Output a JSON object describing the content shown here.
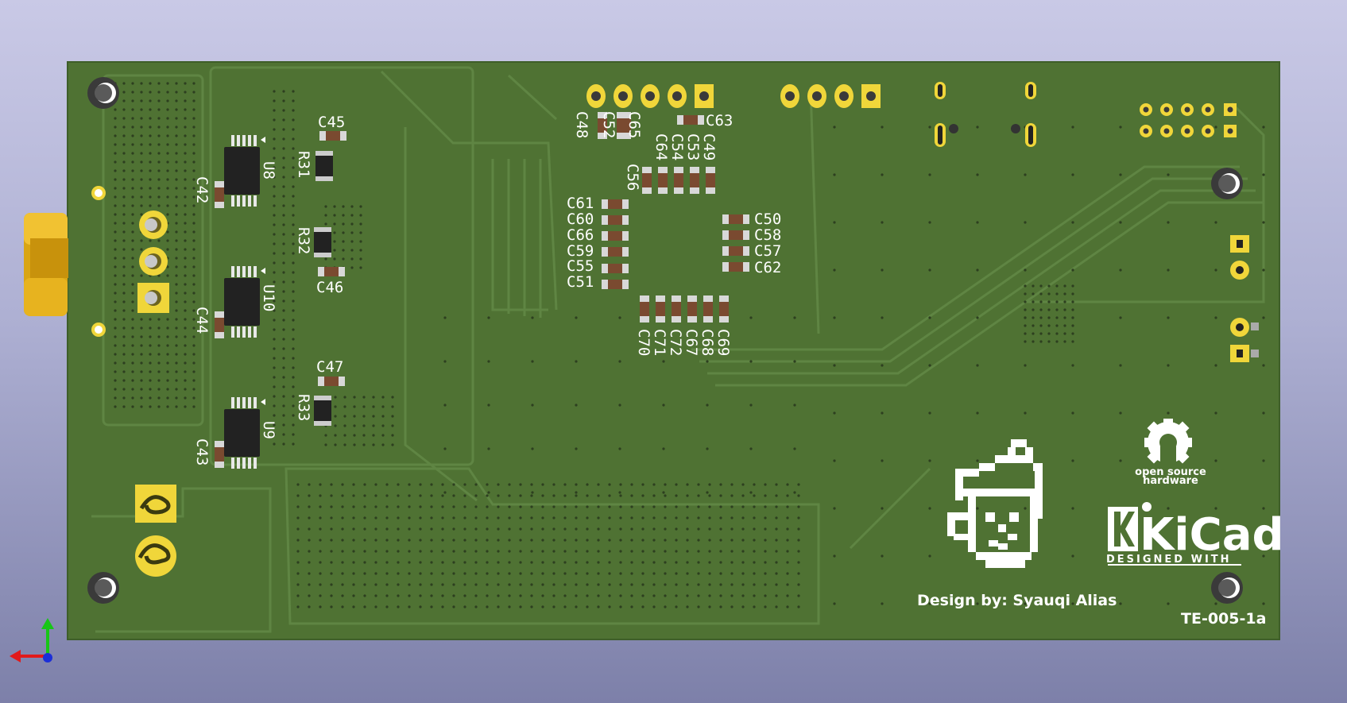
{
  "viewer": {
    "background_top": "#c9c9e6",
    "background_bottom": "#7d80a9",
    "axis_icon": "xyz-axis-icon"
  },
  "board": {
    "soldermask_color": "#4f7233",
    "copper_trace_color": "#5f8543",
    "silkscreen_color": "#ffffff",
    "pad_color": "#f0d63a",
    "designer_text": "Design by: Syauqi Alias",
    "part_number": "TE-005-1a",
    "oshw_text_line1": "open source",
    "oshw_text_line2": "hardware",
    "kicad_logo_text": "KiCad",
    "kicad_tagline": "DESIGNED WITH"
  },
  "refs": {
    "C45": "C45",
    "R31": "R31",
    "C42": "C42",
    "U8": "U8",
    "R32": "R32",
    "C46": "C46",
    "U10": "U10",
    "C44": "C44",
    "C47": "C47",
    "R33": "R33",
    "U9": "U9",
    "C43": "C43",
    "C48": "C48",
    "C52": "C52",
    "C65": "C65",
    "C63": "C63",
    "C64": "C64",
    "C54": "C54",
    "C53": "C53",
    "C49": "C49",
    "C56": "C56",
    "C61": "C61",
    "C60": "C60",
    "C66": "C66",
    "C59": "C59",
    "C55": "C55",
    "C51": "C51",
    "C50": "C50",
    "C58": "C58",
    "C57": "C57",
    "C62": "C62",
    "C70": "C70",
    "C71": "C71",
    "C72": "C72",
    "C67": "C67",
    "C68": "C68",
    "C69": "C69"
  }
}
